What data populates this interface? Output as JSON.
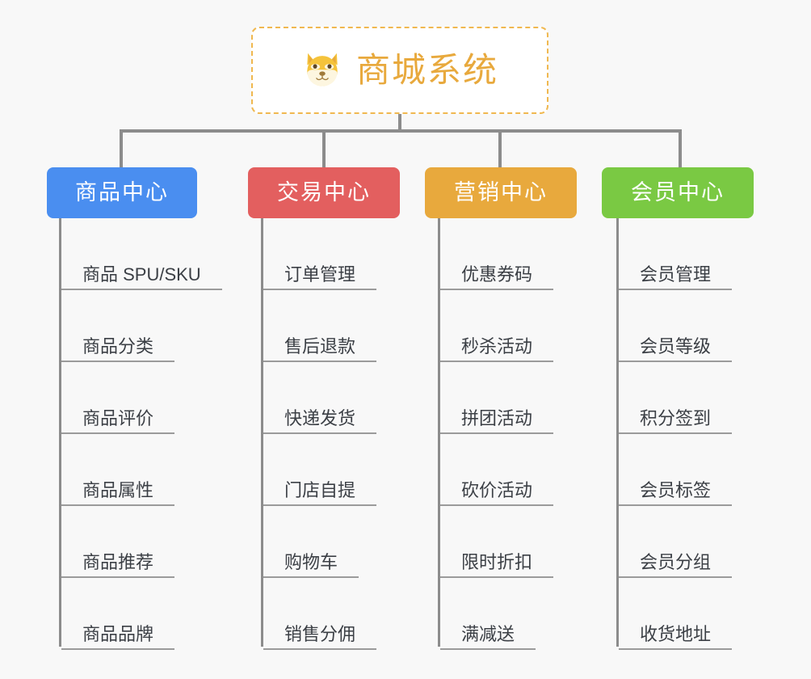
{
  "root": {
    "title": "商城系统",
    "icon": "shiba-dog-face-emoji",
    "border_color": "#f0b850",
    "text_color": "#e8a93d",
    "background": "#ffffff"
  },
  "canvas": {
    "background": "#f8f8f8",
    "connector_color": "#8c8c8c",
    "leaf_underline_color": "#9b9b9b",
    "leaf_text_color": "#3b3f45"
  },
  "branches": [
    {
      "label": "商品中心",
      "color": "#4a8ef0",
      "items": [
        "商品 SPU/SKU",
        "商品分类",
        "商品评价",
        "商品属性",
        "商品推荐",
        "商品品牌"
      ]
    },
    {
      "label": "交易中心",
      "color": "#e35f5f",
      "items": [
        "订单管理",
        "售后退款",
        "快递发货",
        "门店自提",
        "购物车",
        "销售分佣"
      ]
    },
    {
      "label": "营销中心",
      "color": "#e8a93d",
      "items": [
        "优惠券码",
        "秒杀活动",
        "拼团活动",
        "砍价活动",
        "限时折扣",
        "满减送"
      ]
    },
    {
      "label": "会员中心",
      "color": "#7ac943",
      "items": [
        "会员管理",
        "会员等级",
        "积分签到",
        "会员标签",
        "会员分组",
        "收货地址"
      ]
    }
  ]
}
